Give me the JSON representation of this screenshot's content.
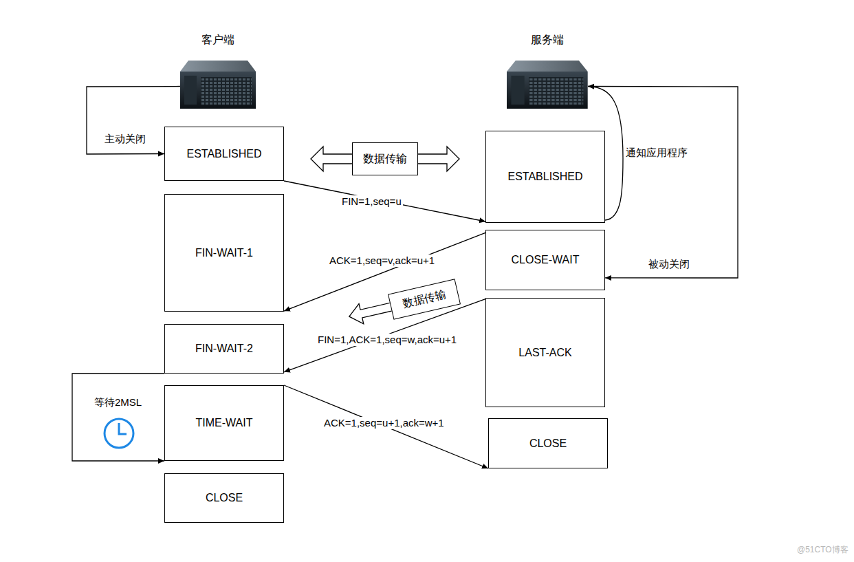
{
  "diagram": {
    "nodes": [
      {
        "text": [
          "客户端"
        ]
      },
      {
        "text": [
          "服务端"
        ]
      },
      {
        "text": [
          "ESTABLISHED"
        ]
      },
      {
        "text": [
          "数据传输"
        ]
      },
      {
        "text": [
          "ESTABLISHED"
        ]
      },
      {
        "text": [
          "FIN-WAIT-1"
        ]
      },
      {
        "text": [
          "CLOSE-WAIT"
        ]
      },
      {
        "text": [
          "数据传输"
        ]
      },
      {
        "text": [
          "FIN-WAIT-2"
        ]
      },
      {
        "text": [
          "LAST-ACK"
        ]
      },
      {
        "text": [
          "TIME-WAIT"
        ]
      },
      {
        "text": [
          "CLOSE"
        ]
      },
      {
        "text": [
          "CLOSE"
        ]
      }
    ],
    "edges": [
      {
        "from": 0,
        "to": 2,
        "arrow": "to",
        "label": "主动关闭"
      },
      {
        "from": 2,
        "to": 4,
        "arrow": "to",
        "label": "FIN=1,seq=u"
      },
      {
        "from": 4,
        "to": 1,
        "arrow": "to",
        "label": "通知应用程序"
      },
      {
        "from": 1,
        "to": 6,
        "arrow": "to",
        "label": "被动关闭"
      },
      {
        "from": 6,
        "to": 5,
        "arrow": "to",
        "label": "ACK=1,seq=v,ack=u+1"
      },
      {
        "from": 9,
        "to": 8,
        "arrow": "to",
        "label": "FIN=1,ACK=1,seq=w,ack=u+1"
      },
      {
        "from": 8,
        "to": 10,
        "arrow": "to",
        "label": "等待2MSL"
      },
      {
        "from": 10,
        "to": 11,
        "arrow": "to",
        "label": "ACK=1,seq=u+1,ack=w+1"
      }
    ],
    "labels": [
      "@51CTO博客"
    ]
  }
}
